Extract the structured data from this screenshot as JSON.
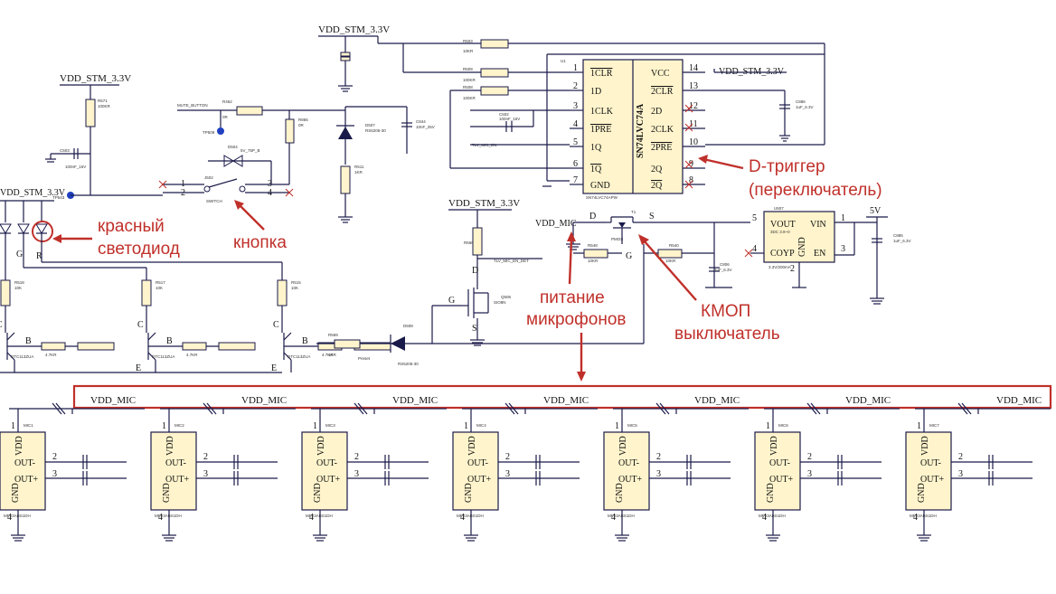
{
  "power": {
    "vdd_stm": "VDD_STM_3.3V",
    "vdd_mic": "VDD_MIC",
    "five_v": "5V"
  },
  "ic_flipflop": {
    "part": "SN74LVC74A",
    "left_pins": [
      {
        "n": "1",
        "name": "1CLR",
        "over": true
      },
      {
        "n": "2",
        "name": "1D",
        "over": false
      },
      {
        "n": "3",
        "name": "1CLK",
        "over": false
      },
      {
        "n": "4",
        "name": "1PRE",
        "over": true
      },
      {
        "n": "5",
        "name": "1Q",
        "over": false
      },
      {
        "n": "6",
        "name": "1Q",
        "over": true
      },
      {
        "n": "7",
        "name": "GND",
        "over": false
      }
    ],
    "right_pins": [
      {
        "n": "14",
        "name": "VCC",
        "over": false
      },
      {
        "n": "13",
        "name": "2CLR",
        "over": true
      },
      {
        "n": "12",
        "name": "2D",
        "over": false
      },
      {
        "n": "11",
        "name": "2CLK",
        "over": false
      },
      {
        "n": "10",
        "name": "2PRE",
        "over": true
      },
      {
        "n": "9",
        "name": "2Q",
        "over": false
      },
      {
        "n": "8",
        "name": "2Q",
        "over": true
      }
    ]
  },
  "regulator": {
    "pins": [
      "VOUT",
      "VIN",
      "GND",
      "COYP",
      "EN"
    ],
    "pin_numbers": [
      "5",
      "1",
      "2",
      "4",
      "3"
    ]
  },
  "mosfet": {
    "d": "D",
    "s": "S",
    "g": "G",
    "part": "PMOS"
  },
  "nmos": {
    "d": "D",
    "g": "G",
    "s": "S"
  },
  "switch_pins": [
    "1",
    "2",
    "3",
    "4"
  ],
  "transistor_pins": [
    "C",
    "B",
    "E"
  ],
  "led_pins": [
    "G",
    "R"
  ],
  "mic": {
    "count": 7,
    "pins": [
      "VDD",
      "OUT-",
      "OUT+",
      "GND"
    ],
    "pin_numbers": [
      "1",
      "2",
      "3",
      "4"
    ]
  },
  "annotations": {
    "led": [
      "красный",
      "светодиод"
    ],
    "button": "кнопка",
    "trigger": [
      "D-триггер",
      "(переключатель)"
    ],
    "mic_power": [
      "питание",
      "микрофонов"
    ],
    "cmos": [
      "КМОП",
      "выключатель"
    ]
  },
  "colors": {
    "annotation": "#c0302a",
    "wire": "#1a1a4a",
    "component_fill": "#fff4cc"
  }
}
